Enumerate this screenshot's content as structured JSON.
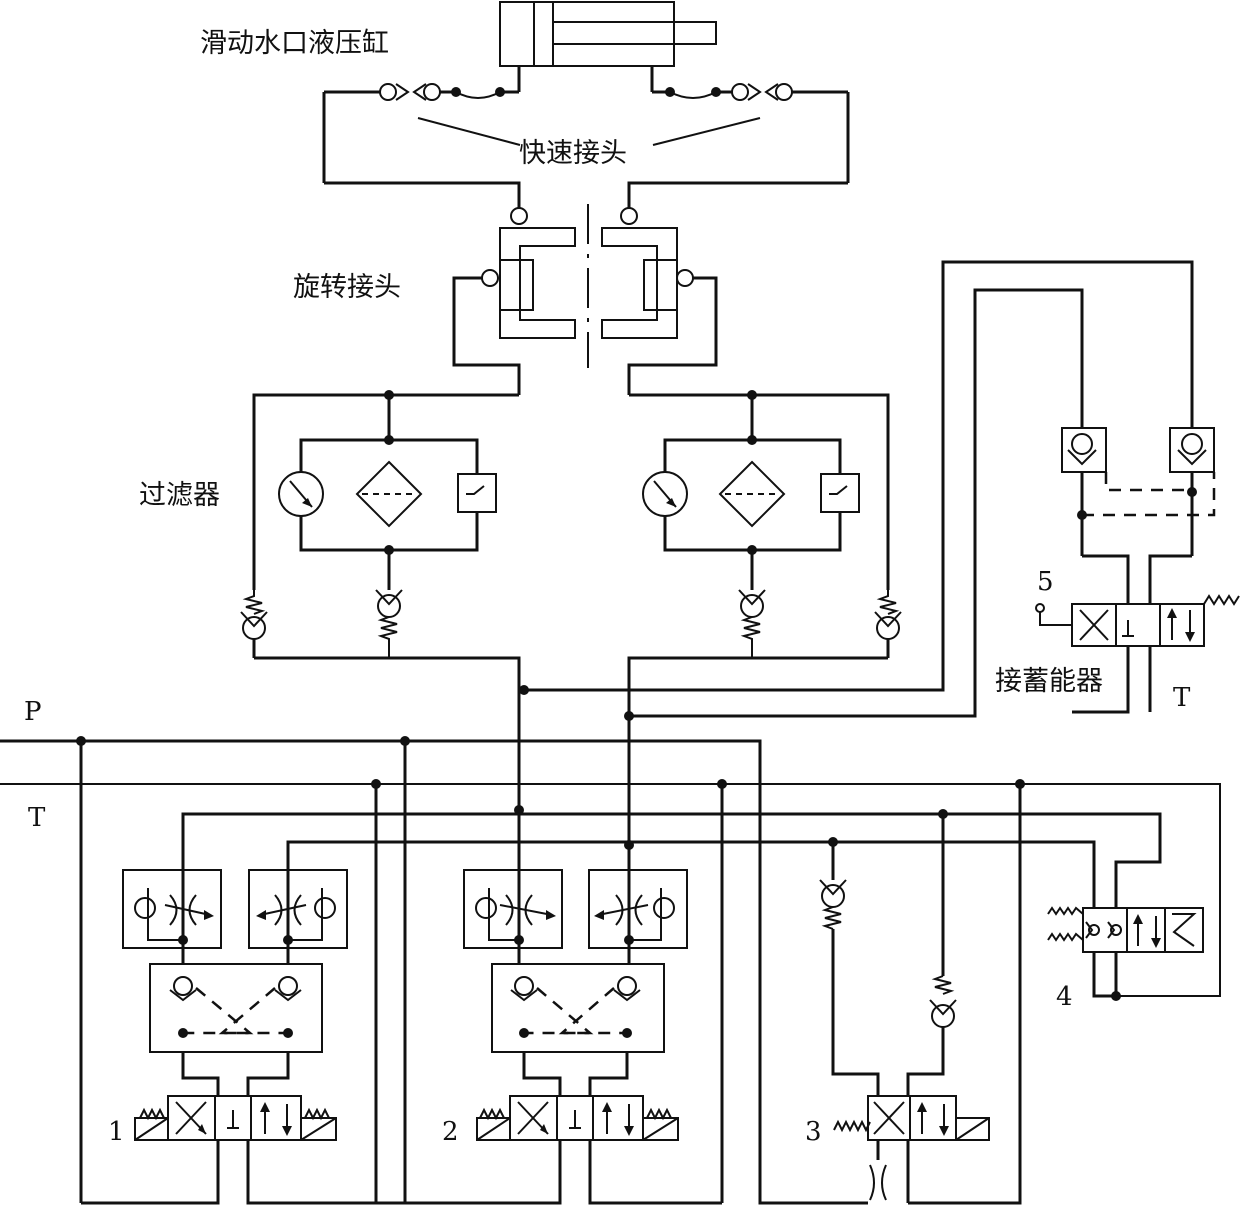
{
  "labels": {
    "cylinder": "滑动水口液压缸",
    "quick_coupling": "快速接头",
    "rotary_joint": "旋转接头",
    "filter": "过滤器",
    "accumulator": "接蓄能器",
    "pressure_line": "P",
    "tank_line": "T",
    "tank_return": "T",
    "valve1": "1",
    "valve2": "2",
    "valve3": "3",
    "valve4": "4",
    "valve5": "5"
  }
}
